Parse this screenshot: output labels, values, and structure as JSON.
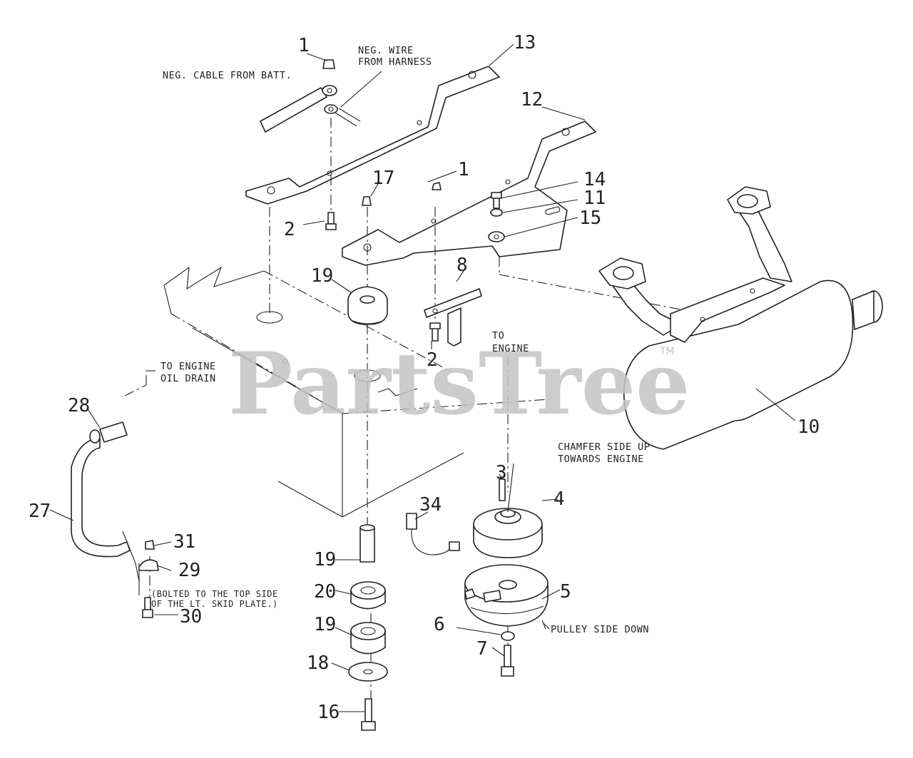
{
  "watermark": {
    "text": "PartsTree",
    "tm": "TM"
  },
  "labels": {
    "neg_cable": "NEG. CABLE FROM BATT.",
    "neg_wire_1": "NEG. WIRE",
    "neg_wire_2": "FROM HARNESS",
    "to_engine_1": "TO",
    "to_engine_2": "ENGINE",
    "oil_drain_1": "TO ENGINE",
    "oil_drain_2": "OIL DRAIN",
    "chamfer_1": "CHAMFER SIDE UP",
    "chamfer_2": "TOWARDS ENGINE",
    "bolted_1": "(BOLTED TO THE TOP SIDE",
    "bolted_2": "OF THE LT. SKID PLATE.)",
    "pulley_side": "PULLEY SIDE DOWN"
  },
  "callouts": {
    "c1a": "1",
    "c13": "13",
    "c12": "12",
    "c1b": "1",
    "c17": "17",
    "c14": "14",
    "c11": "11",
    "c15": "15",
    "c2a": "2",
    "c19a": "19",
    "c8": "8",
    "c2b": "2",
    "c28": "28",
    "c10": "10",
    "c3": "3",
    "c4": "4",
    "c34": "34",
    "c27": "27",
    "c31": "31",
    "c29": "29",
    "c19b": "19",
    "c20": "20",
    "c5": "5",
    "c30": "30",
    "c19c": "19",
    "c6": "6",
    "c7": "7",
    "c18": "18",
    "c16": "16"
  }
}
